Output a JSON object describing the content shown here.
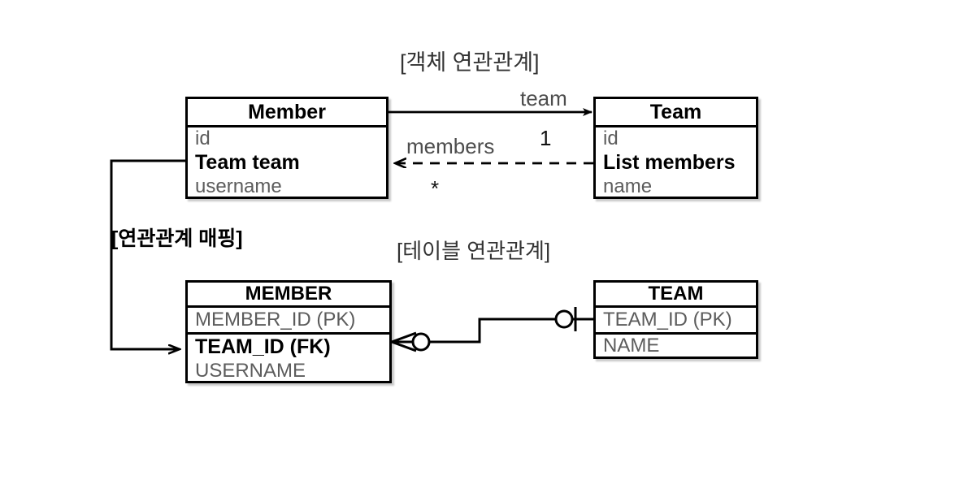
{
  "diagram": {
    "title_object_relation": "[객체 연관관계]",
    "title_table_relation": "[테이블 연관관계]",
    "title_mapping": "[연관관계 매핑]"
  },
  "object_model": {
    "member_class": {
      "name": "Member",
      "fields": [
        {
          "text": "id",
          "emphasis": "dim"
        },
        {
          "text": "Team team",
          "emphasis": "strong"
        },
        {
          "text": "username",
          "emphasis": "dim"
        }
      ]
    },
    "team_class": {
      "name": "Team",
      "fields": [
        {
          "text": "id",
          "emphasis": "dim"
        },
        {
          "text": "List members",
          "emphasis": "strong"
        },
        {
          "text": "name",
          "emphasis": "dim"
        }
      ]
    },
    "associations": [
      {
        "name": "object-association-team",
        "label": "team",
        "multiplicity": "1",
        "style": "solid",
        "direction": "member-to-team"
      },
      {
        "name": "object-association-members",
        "label": "members",
        "multiplicity": "*",
        "style": "dashed",
        "direction": "team-to-member"
      }
    ]
  },
  "table_model": {
    "member_table": {
      "name": "MEMBER",
      "columns": [
        {
          "text": "MEMBER_ID (PK)",
          "emphasis": "dim"
        },
        {
          "text": "TEAM_ID (FK)",
          "emphasis": "strong"
        },
        {
          "text": "USERNAME",
          "emphasis": "dim"
        }
      ]
    },
    "team_table": {
      "name": "TEAM",
      "columns": [
        {
          "text": "TEAM_ID (PK)",
          "emphasis": "dim"
        },
        {
          "text": "NAME",
          "emphasis": "dim"
        }
      ]
    },
    "relationship": {
      "name": "fk-relationship",
      "member_end_notation": "zero-or-many",
      "team_end_notation": "zero-or-one"
    }
  },
  "mapping_link": {
    "name": "field-to-column-mapping",
    "from": "Team team",
    "to": "TEAM_ID (FK)"
  },
  "colors": {
    "stroke": "#000000",
    "dim_text": "#5c5c5c",
    "background": "#ffffff"
  }
}
